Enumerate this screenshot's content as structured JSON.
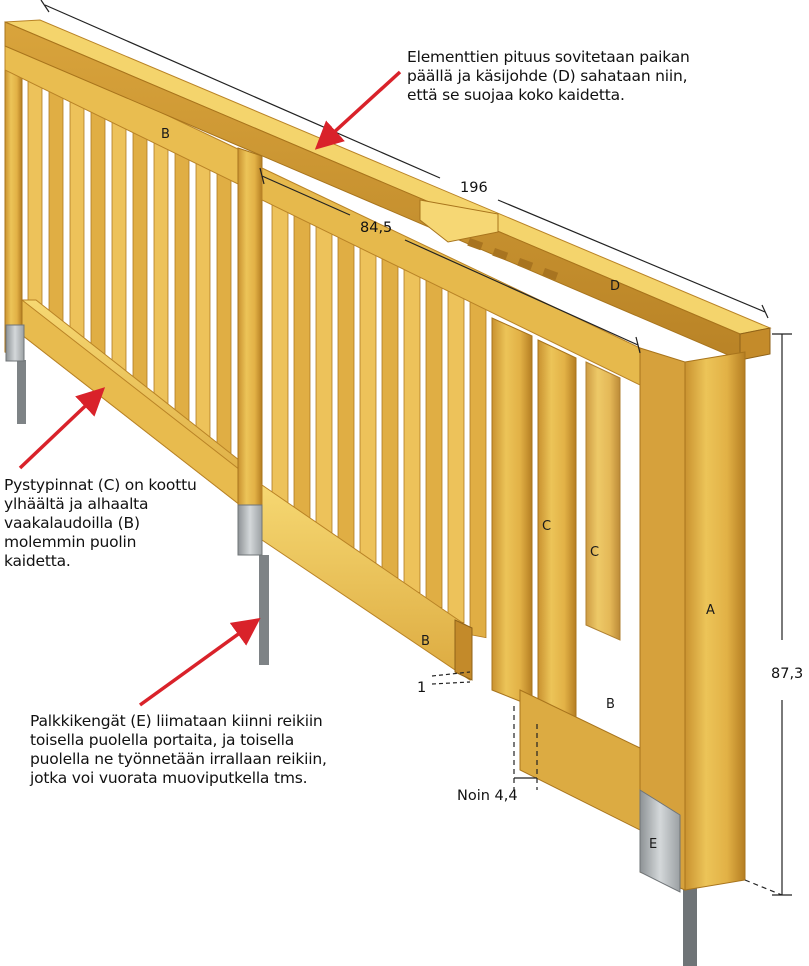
{
  "notes": {
    "top": "Elementtien pituus sovitetaan paikan\npäällä ja käsijohde (D) sahataan niin,\nettä se suojaa koko kaidetta.",
    "middle": "Pystypinnat (C) on koottu\nylhäältä ja alhaalta\nvaakalaudoilla (B)\nmolemmin puolin\nkaidetta.",
    "bottom": "Palkkikengät (E) liimataan kiinni reikiin\ntoisella puolella portaita, ja toisella\npuolella ne työnnetään irrallaan reikiin,\njotka voi vuorata muoviputkella tms."
  },
  "dimensions": {
    "total_length": "196",
    "element_length": "84,5",
    "height": "87,3",
    "spacing": "Noin 4,4",
    "board": "1"
  },
  "part_labels": {
    "b_top": "B",
    "b_low": "B",
    "b_right": "B",
    "c1": "C",
    "c2": "C",
    "a": "A",
    "d": "D",
    "e": "E"
  },
  "colors": {
    "wood_light": "#f2cf63",
    "wood_mid": "#e4b444",
    "wood_dark": "#c89028",
    "wood_edge": "#a8741c",
    "arrow": "#d9222a",
    "metal": "#b8bcbe"
  }
}
